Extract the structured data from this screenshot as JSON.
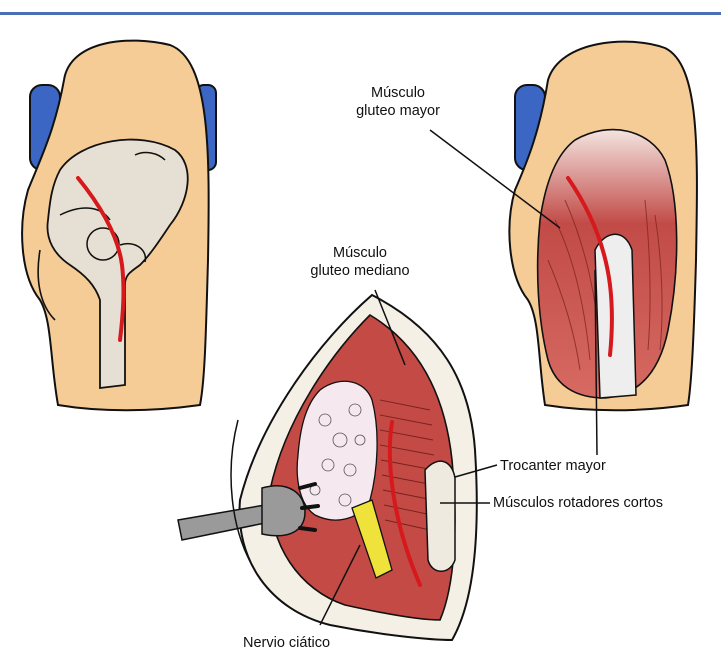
{
  "labels": {
    "gluteus_maximus_line1": "Músculo",
    "gluteus_maximus_line2": "gluteo mayor",
    "gluteus_medius_line1": "Músculo",
    "gluteus_medius_line2": "gluteo mediano",
    "greater_trochanter": "Trocanter mayor",
    "short_rotators": "Músculos rotadores cortos",
    "sciatic_nerve": "Nervio ciático"
  },
  "colors": {
    "skin": "#f6cc96",
    "bone": "#e6dfd3",
    "incision": "#d6191d",
    "muscle": "#c44a45",
    "nerve": "#efe23a",
    "support_pad": "#3b66c4",
    "frame_accent": "#4a6fb5"
  }
}
